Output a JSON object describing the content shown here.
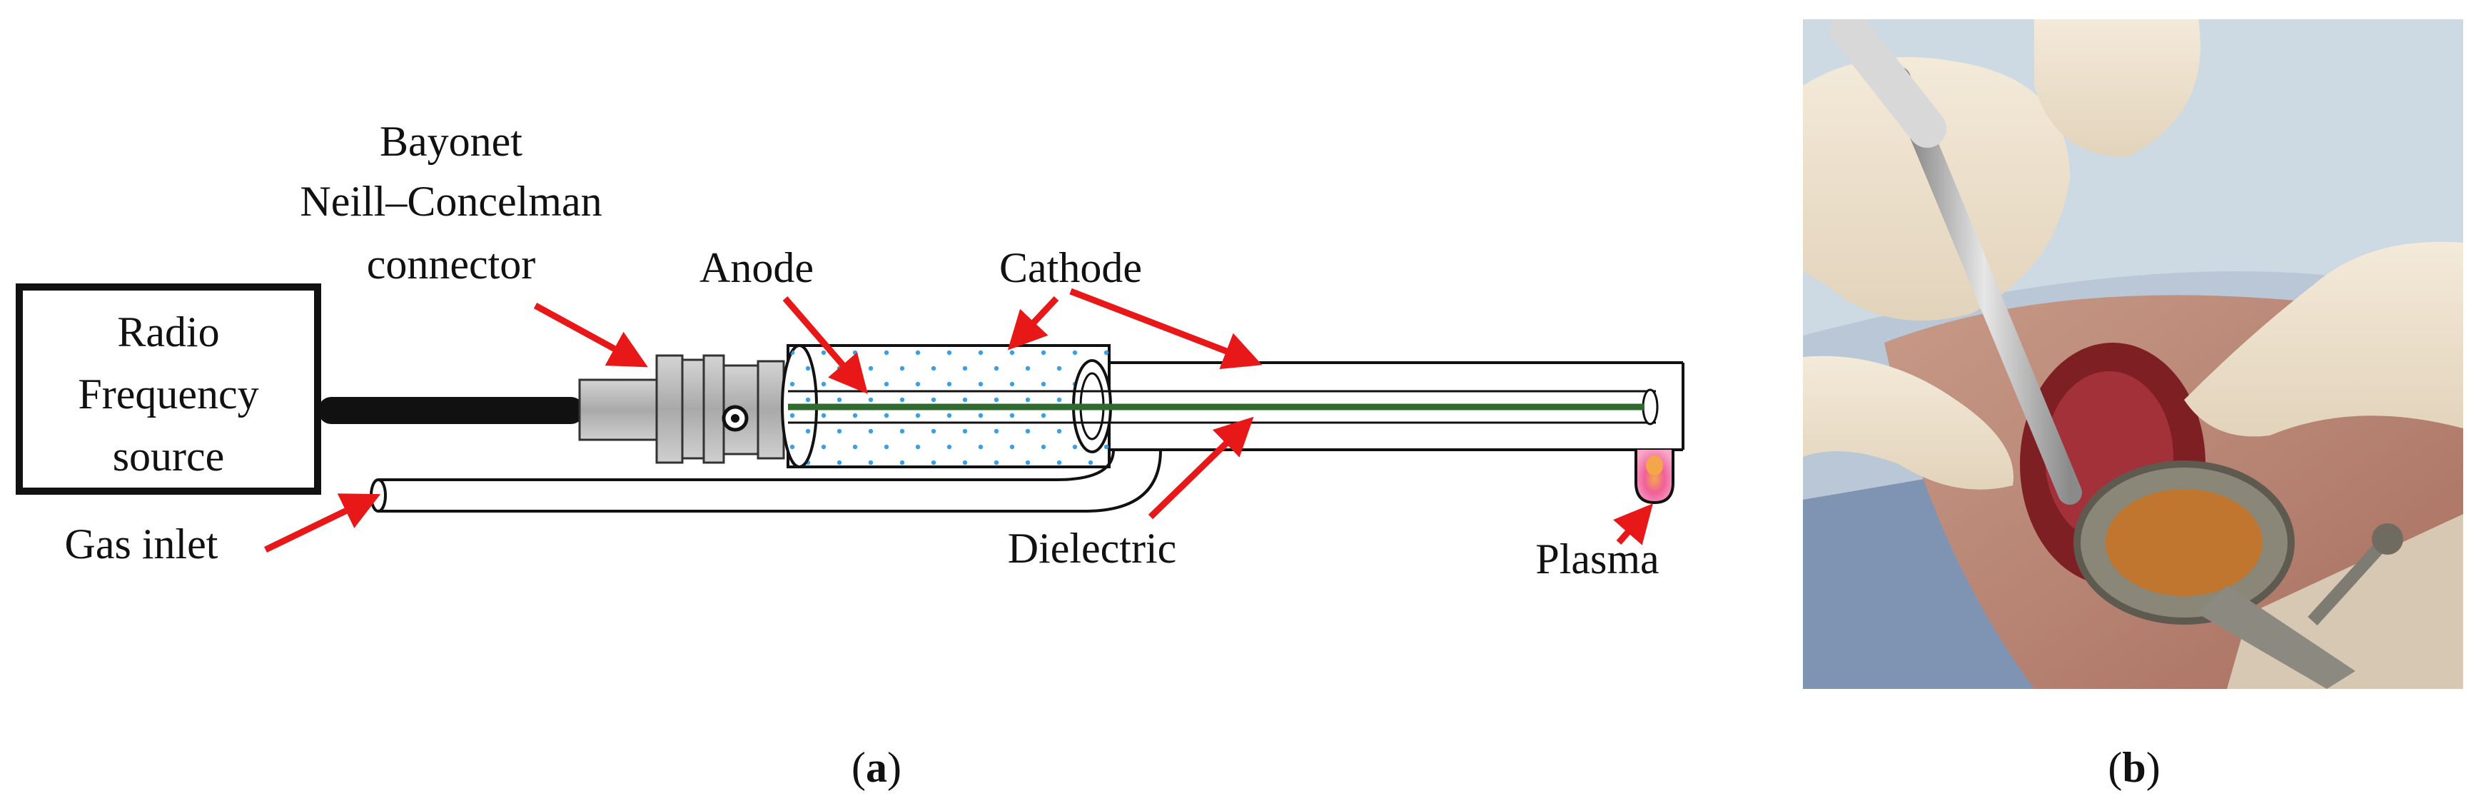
{
  "panel_a": {
    "rf_source": [
      "Radio",
      "Frequency",
      "source"
    ],
    "bnc_connector": [
      "Bayonet",
      "Neill–Concelman",
      "connector"
    ],
    "anode": "Anode",
    "cathode": "Cathode",
    "gas_inlet": "Gas inlet",
    "dielectric": "Dielectric",
    "plasma": "Plasma",
    "caption": {
      "open": "(",
      "letter": "a",
      "close": ")"
    }
  },
  "panel_b": {
    "caption": {
      "open": "(",
      "letter": "b",
      "close": ")"
    }
  },
  "colors": {
    "arrow": "#e81818",
    "electrode_wire": "#2f6b2f",
    "dielectric_dots": "#3aa0e6",
    "connector_gray": "#b9b9b9",
    "plasma_pink": "#f0609a",
    "plasma_core": "#f3a74a"
  }
}
